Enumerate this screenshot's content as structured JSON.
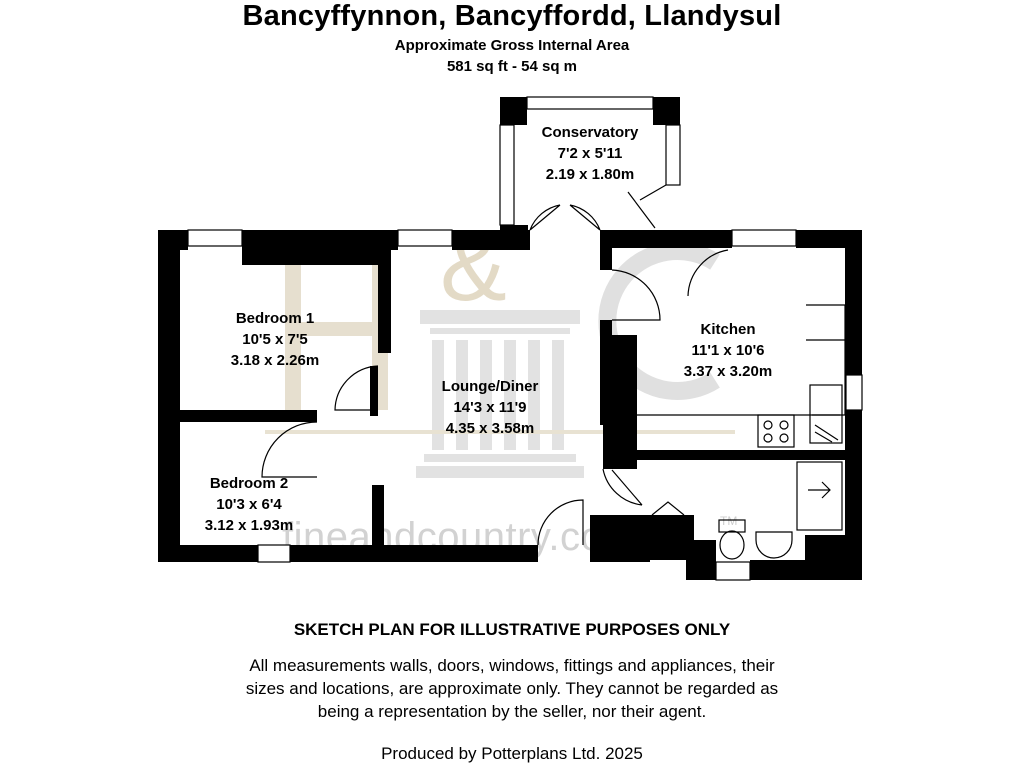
{
  "header": {
    "title": "Bancyffynnon, Bancyffordd, Llandysul",
    "area_label": "Approximate Gross Internal Area",
    "area_value": "581 sq ft - 54 sq m"
  },
  "rooms": {
    "conservatory": {
      "name": "Conservatory",
      "imperial": "7'2 x 5'11",
      "metric": "2.19 x 1.80m"
    },
    "bedroom1": {
      "name": "Bedroom 1",
      "imperial": "10'5 x 7'5",
      "metric": "3.18 x 2.26m"
    },
    "lounge": {
      "name": "Lounge/Diner",
      "imperial": "14'3 x 11'9",
      "metric": "4.35 x 3.58m"
    },
    "kitchen": {
      "name": "Kitchen",
      "imperial": "11'1 x 10'6",
      "metric": "3.37 x 3.20m"
    },
    "bedroom2": {
      "name": "Bedroom 2",
      "imperial": "10'3 x 6'4",
      "metric": "3.12 x 1.93m"
    }
  },
  "watermark": {
    "monogram_letters": "H&C",
    "text": "fineandcountry.com",
    "trademark": "TM"
  },
  "footer": {
    "heading": "SKETCH PLAN FOR ILLUSTRATIVE PURPOSES ONLY",
    "disclaimer_lines": [
      "All measurements walls, doors, windows, fittings and appliances, their",
      "sizes and locations, are approximate only. They cannot be regarded as",
      "being a representation by the seller, nor their agent."
    ],
    "credit": "Produced by Potterplans Ltd. 2025"
  },
  "colors": {
    "wall": "#000000",
    "watermark_grey": "#d2d2d2",
    "watermark_beige": "#e6dfcf"
  }
}
